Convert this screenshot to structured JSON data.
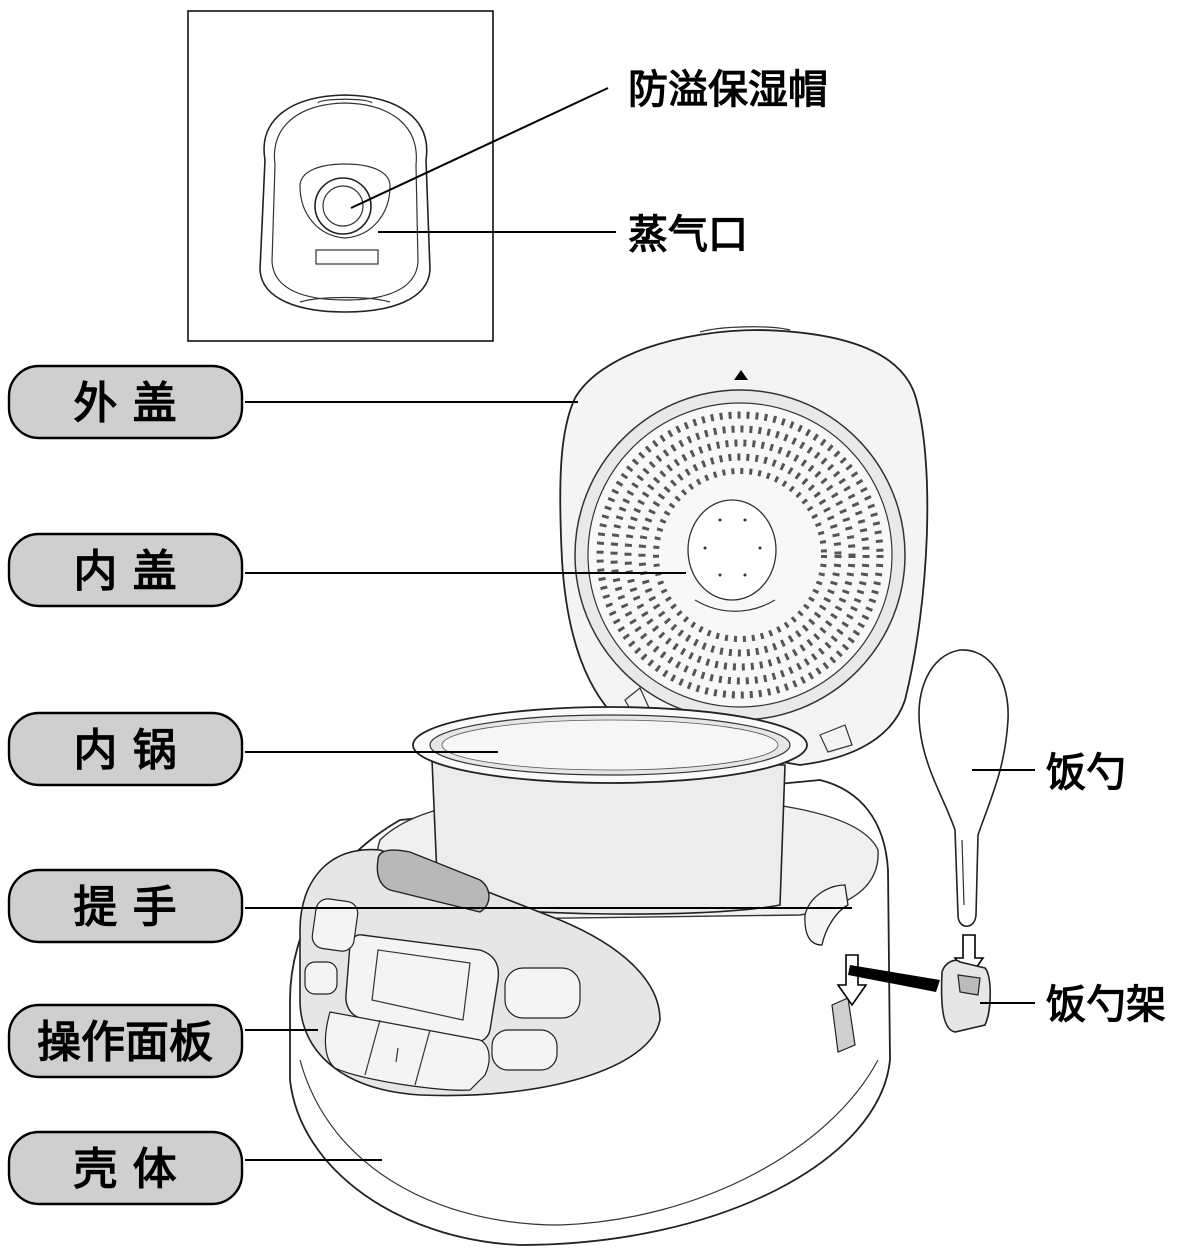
{
  "labels_left": {
    "outer_lid": "外 盖",
    "inner_lid": "内 盖",
    "inner_pot": "内 锅",
    "handle": "提 手",
    "control_panel": "操作面板",
    "housing": "壳 体"
  },
  "labels_right": {
    "anti_overflow_cap": "防溢保湿帽",
    "steam_vent": "蒸气口",
    "rice_scoop": "饭勺",
    "scoop_holder": "饭勺架"
  },
  "colors": {
    "pill_fill": "#cfcfcf",
    "pill_stroke": "#000000",
    "line": "#000000",
    "panel_gray": "#e6e6e6"
  }
}
